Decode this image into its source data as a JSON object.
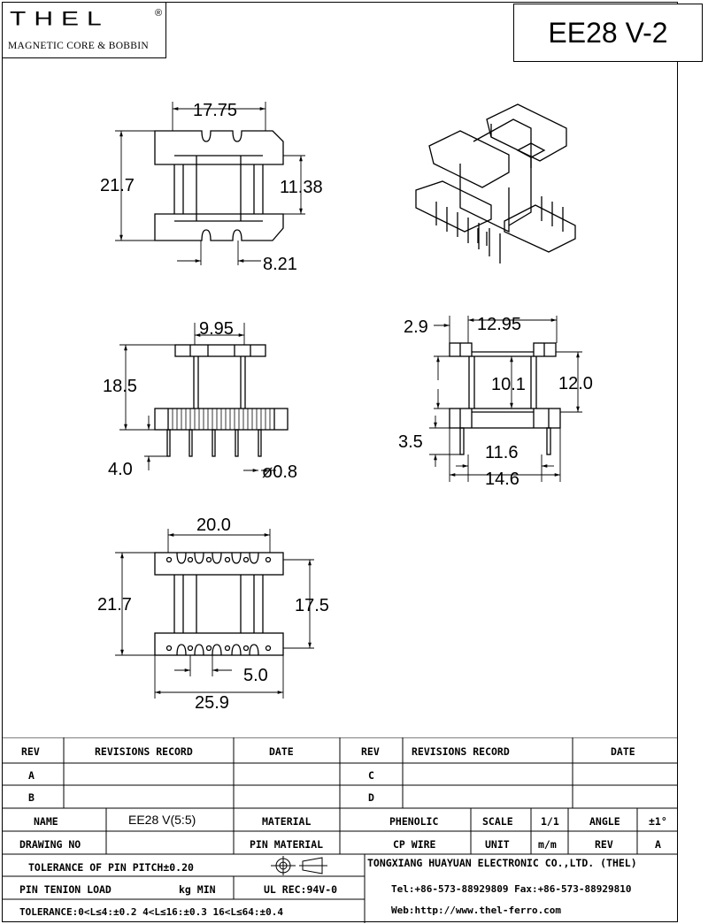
{
  "header": {
    "logo_text": "THEL",
    "logo_mark": "®",
    "logo_subtitle": "MAGNETIC CORE & BOBBIN",
    "model_title": "EE28 V-2"
  },
  "dimensions": {
    "top_view": {
      "width": "17.75",
      "height": "21.7",
      "window": "11.38",
      "slot": "8.21"
    },
    "front_view": {
      "width": "9.95",
      "height": "18.5",
      "pin_length": "4.0",
      "pin_dia": "ø0.8"
    },
    "side_view": {
      "flange": "2.9",
      "width": "12.95",
      "window": "10.1",
      "height": "12.0",
      "pin_length": "3.5",
      "pin_span": "11.6",
      "base_width": "14.6"
    },
    "bottom_view": {
      "width": "20.0",
      "height": "21.7",
      "window": "17.5",
      "pitch": "5.0",
      "base_width": "25.9"
    }
  },
  "title_block": {
    "rev_header": "REV",
    "records_header": "REVISIONS RECORD",
    "date_header": "DATE",
    "rev_a": "A",
    "rev_b": "B",
    "rev_c": "C",
    "rev_d": "D",
    "name_label": "NAME",
    "name_value": "EE28 V(5:5)",
    "material_label": "MATERIAL",
    "material_value": "PHENOLIC",
    "scale_label": "SCALE",
    "scale_value": "1/1",
    "angle_label": "ANGLE",
    "angle_value": "±1°",
    "drawing_no_label": "DRAWING NO",
    "pin_material_label": "PIN MATERIAL",
    "pin_material_value": "CP WIRE",
    "unit_label": "UNIT",
    "unit_value": "m/m",
    "rev_label": "REV",
    "rev_value": "A",
    "tolerance_pitch": "TOLERANCE OF PIN PITCH±0.20",
    "company": "TONGXIANG HUAYUAN ELECTRONIC CO.,LTD. (THEL)",
    "pin_tension_label": "PIN TENION LOAD",
    "pin_tension_unit": "kg MIN",
    "ul_rating": "UL REC:94V-0",
    "contact": "Tel:+86-573-88929809 Fax:+86-573-88929810",
    "tolerance_general": "TOLERANCE:0<L≤4:±0.2  4<L≤16:±0.3  16<L≤64:±0.4",
    "web": "Web:http://www.thel-ferro.com"
  }
}
